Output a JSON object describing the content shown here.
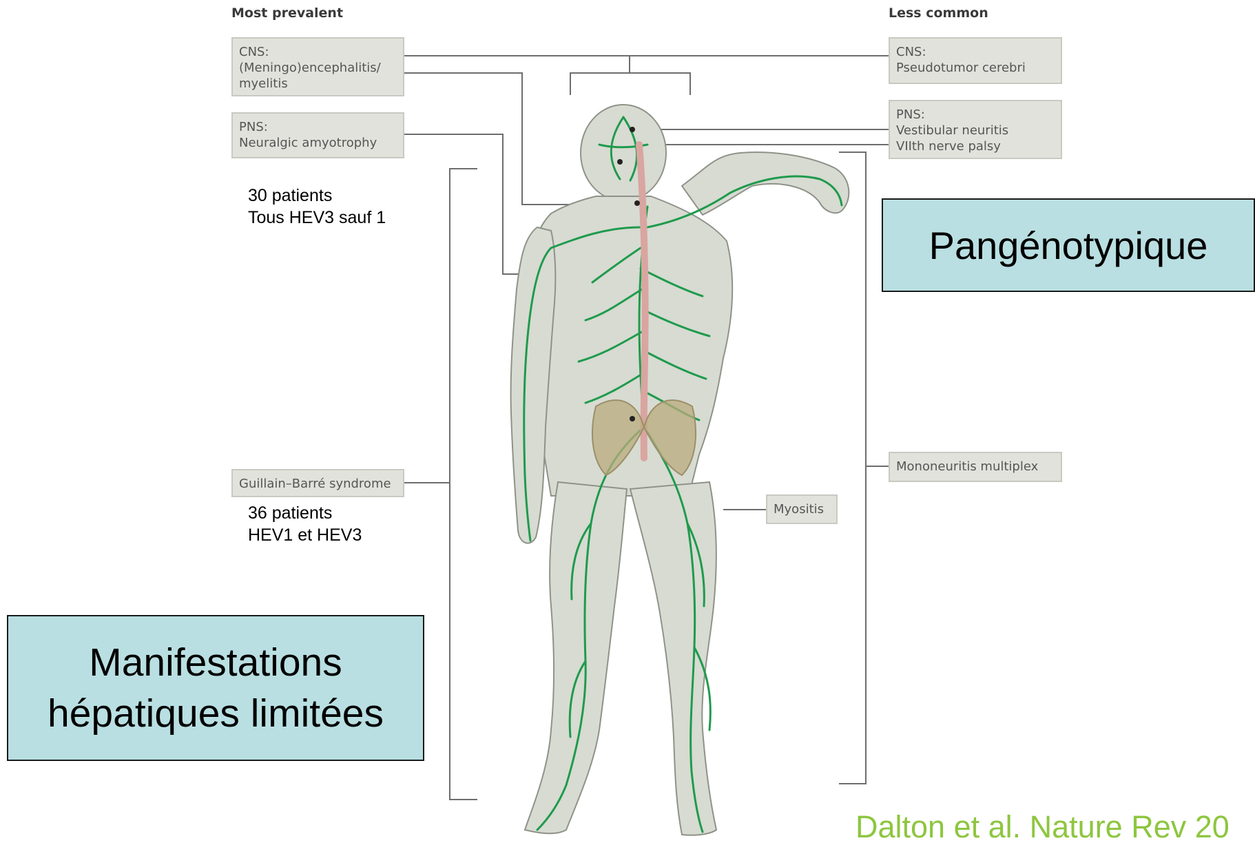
{
  "headings": {
    "left": "Most prevalent",
    "right": "Less common"
  },
  "labels": {
    "cns_left": "CNS:\n(Meningo)encephalitis/\nmyelitis",
    "pns_left": "PNS:\nNeuralgic amyotrophy",
    "gbs": "Guillain–Barré syndrome",
    "cns_right": "CNS:\nPseudotumor cerebri",
    "pns_right": "PNS:\nVestibular neuritis\nVIIth nerve palsy",
    "mononeuritis": "Mononeuritis multiplex",
    "myositis": "Myositis"
  },
  "notes": {
    "na_line1": "30 patients",
    "na_line2": "Tous HEV3 sauf 1",
    "gbs_line1": "36 patients",
    "gbs_line2": "HEV1 et HEV3"
  },
  "callouts": {
    "pangenotypique": "Pangénotypique",
    "manifestations": "Manifestations\nhépatiques limitées"
  },
  "citation": "Dalton et al. Nature Rev 20",
  "colors": {
    "body_fill": "#d7dbd2",
    "nerve": "#1f9a4c",
    "spine": "#d9a5a0",
    "pelvis": "#b9ab7c",
    "bracket": "#6d6d6d",
    "callout_bg": "#b9dfe2",
    "citation": "#8dc63f"
  }
}
